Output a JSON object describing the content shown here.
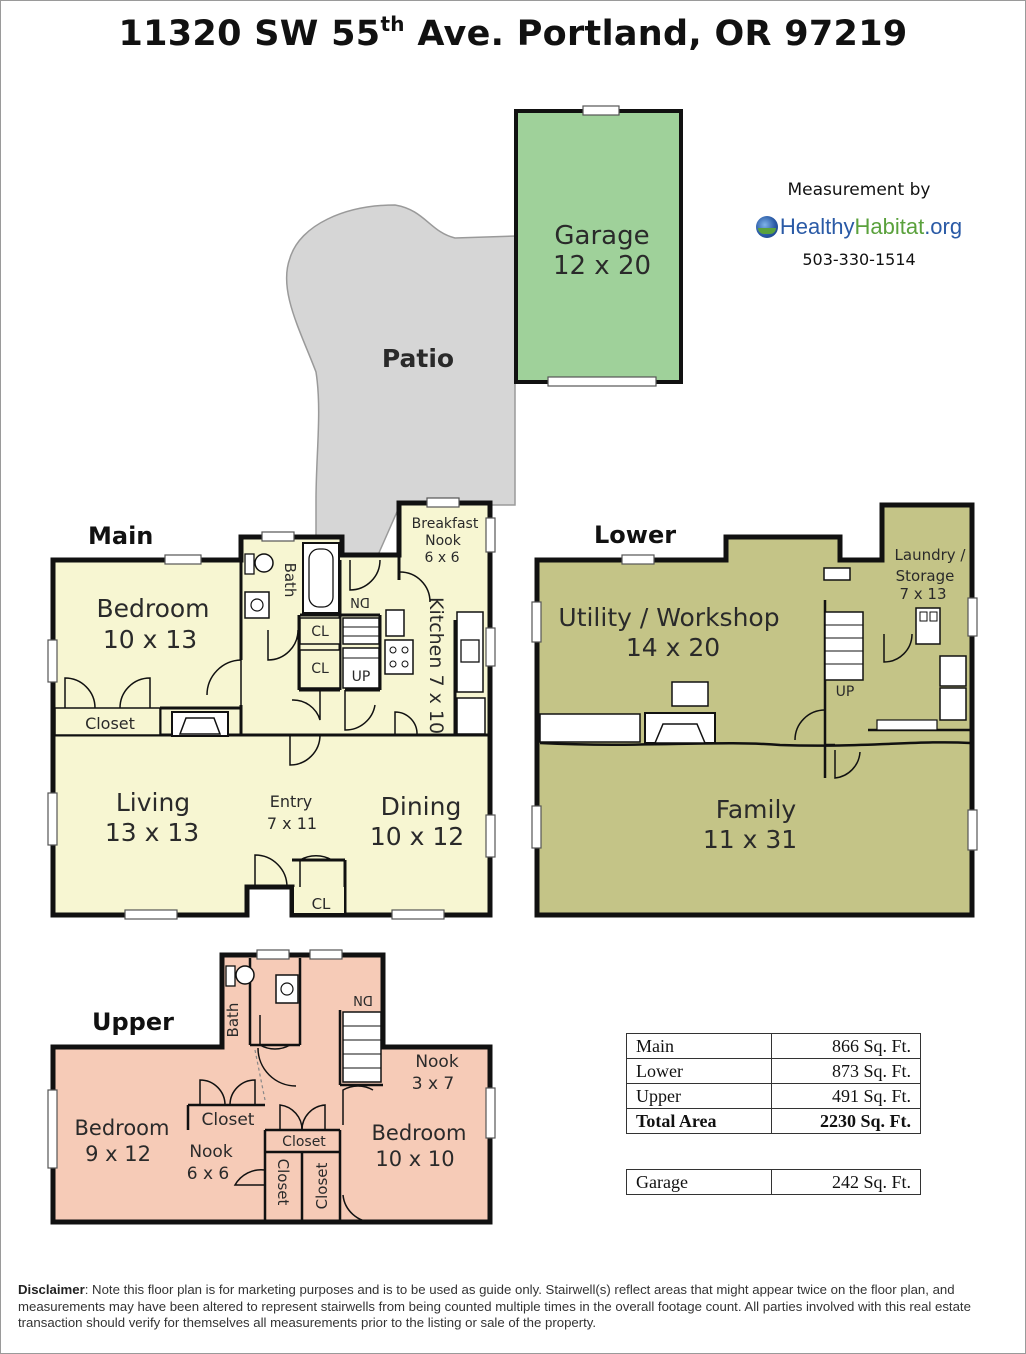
{
  "title": {
    "main": "11320 SW 55",
    "sup": "th",
    "rest": " Ave. Portland, OR 97219"
  },
  "credit": {
    "measurement_by": "Measurement by",
    "logo_healthy": "Healthy",
    "logo_habitat": "Habitat",
    "logo_org": ".org",
    "phone": "503-330-1514"
  },
  "floors": {
    "main": "Main",
    "lower": "Lower",
    "upper": "Upper"
  },
  "rooms": {
    "garage": {
      "name": "Garage",
      "dims": "12 x 20"
    },
    "patio": {
      "name": "Patio"
    },
    "main_bedroom": {
      "name": "Bedroom",
      "dims": "10 x 13"
    },
    "main_bath": {
      "name": "Bath"
    },
    "breakfast_nook": {
      "line1": "Breakfast",
      "line2": "Nook",
      "dims": "6 x 6"
    },
    "kitchen": {
      "name": "Kitchen 7 x 10"
    },
    "main_closet": {
      "name": "Closet"
    },
    "living": {
      "name": "Living",
      "dims": "13 x 13"
    },
    "entry": {
      "name": "Entry",
      "dims": "7 x 11"
    },
    "dining": {
      "name": "Dining",
      "dims": "10 x 12"
    },
    "utility": {
      "name": "Utility / Workshop",
      "dims": "14 x 20"
    },
    "laundry": {
      "line1": "Laundry /",
      "line2": "Storage",
      "dims": "7 x 13"
    },
    "family": {
      "name": "Family",
      "dims": "11 x 31"
    },
    "upper_bath": {
      "name": "Bath"
    },
    "upper_bedroom_left": {
      "name": "Bedroom",
      "dims": "9 x 12"
    },
    "upper_nook_left": {
      "name": "Nook",
      "dims": "6 x 6"
    },
    "upper_nook_right": {
      "name": "Nook",
      "dims": "3 x 7"
    },
    "upper_bedroom_right": {
      "name": "Bedroom",
      "dims": "10 x 10"
    },
    "upper_closet_a": {
      "name": "Closet"
    },
    "upper_closet_b": {
      "name": "Closet"
    },
    "upper_closet_c": {
      "name": "Closet"
    },
    "upper_closet_d": {
      "name": "Closet"
    }
  },
  "markers": {
    "cl": "CL",
    "up": "UP",
    "dn": "DN"
  },
  "area_table": [
    {
      "label": "Main",
      "value": "866 Sq. Ft."
    },
    {
      "label": "Lower",
      "value": "873 Sq. Ft."
    },
    {
      "label": "Upper",
      "value": "491 Sq. Ft."
    },
    {
      "label": "Total Area",
      "value": "2230 Sq. Ft."
    }
  ],
  "garage_table": [
    {
      "label": "Garage",
      "value": "242 Sq. Ft."
    }
  ],
  "disclaimer": {
    "lead": "Disclaimer",
    "text": ": Note this floor plan is for marketing purposes and is to be used as guide only.  Stairwell(s) reflect areas that might appear twice on the floor plan, and measurements may have been altered to represent stairwells from being counted multiple times in the overall footage count.  All parties involved with this real estate transaction should verify for themselves all measurements prior to the listing or sale of the property."
  },
  "colors": {
    "main_floor": "#f7f6d2",
    "lower_floor": "#c4c487",
    "upper_floor": "#f6cbb7",
    "garage": "#9fd19a",
    "patio": "#d6d6d6",
    "wall": "#111111"
  }
}
